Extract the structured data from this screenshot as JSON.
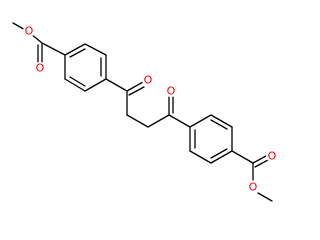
{
  "molecule": {
    "colors": {
      "bond": "#000000",
      "oxygen": "#ff0000",
      "background": "#ffffff"
    },
    "atoms": [
      {
        "symbol": "O",
        "color": "#ff0000"
      },
      {
        "symbol": "O",
        "color": "#ff0000"
      },
      {
        "symbol": "O",
        "color": "#ff0000"
      },
      {
        "symbol": "O",
        "color": "#ff0000"
      },
      {
        "symbol": "O",
        "color": "#ff0000"
      },
      {
        "symbol": "O",
        "color": "#ff0000"
      }
    ]
  }
}
